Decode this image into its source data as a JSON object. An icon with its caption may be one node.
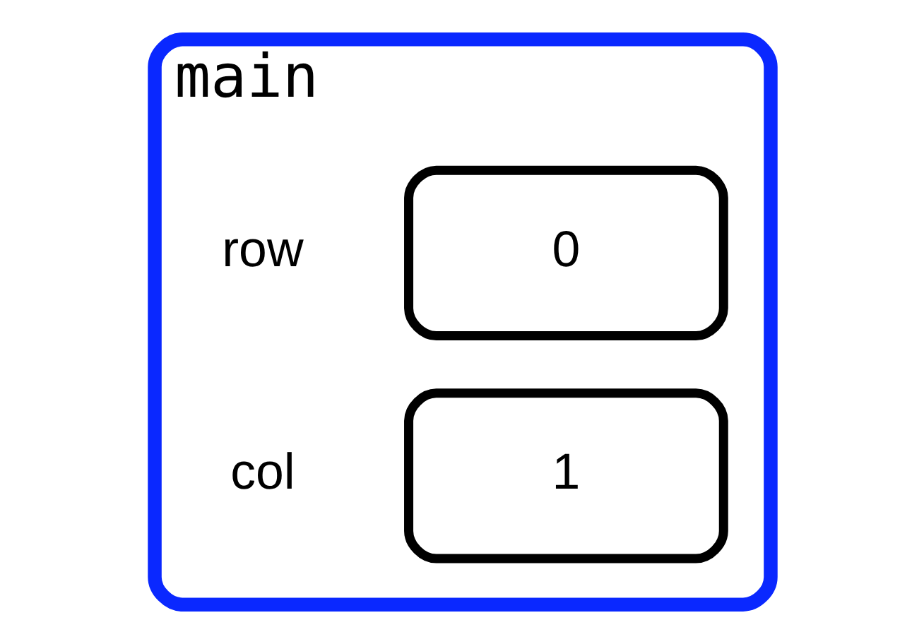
{
  "diagram": {
    "nodes": [
      {
        "text": [
          "main"
        ]
      },
      {
        "text": [
          "0"
        ],
        "in": 0,
        "beside": [
          "row"
        ]
      },
      {
        "text": [
          "1"
        ],
        "in": 0,
        "beside": [
          "col"
        ]
      }
    ]
  }
}
